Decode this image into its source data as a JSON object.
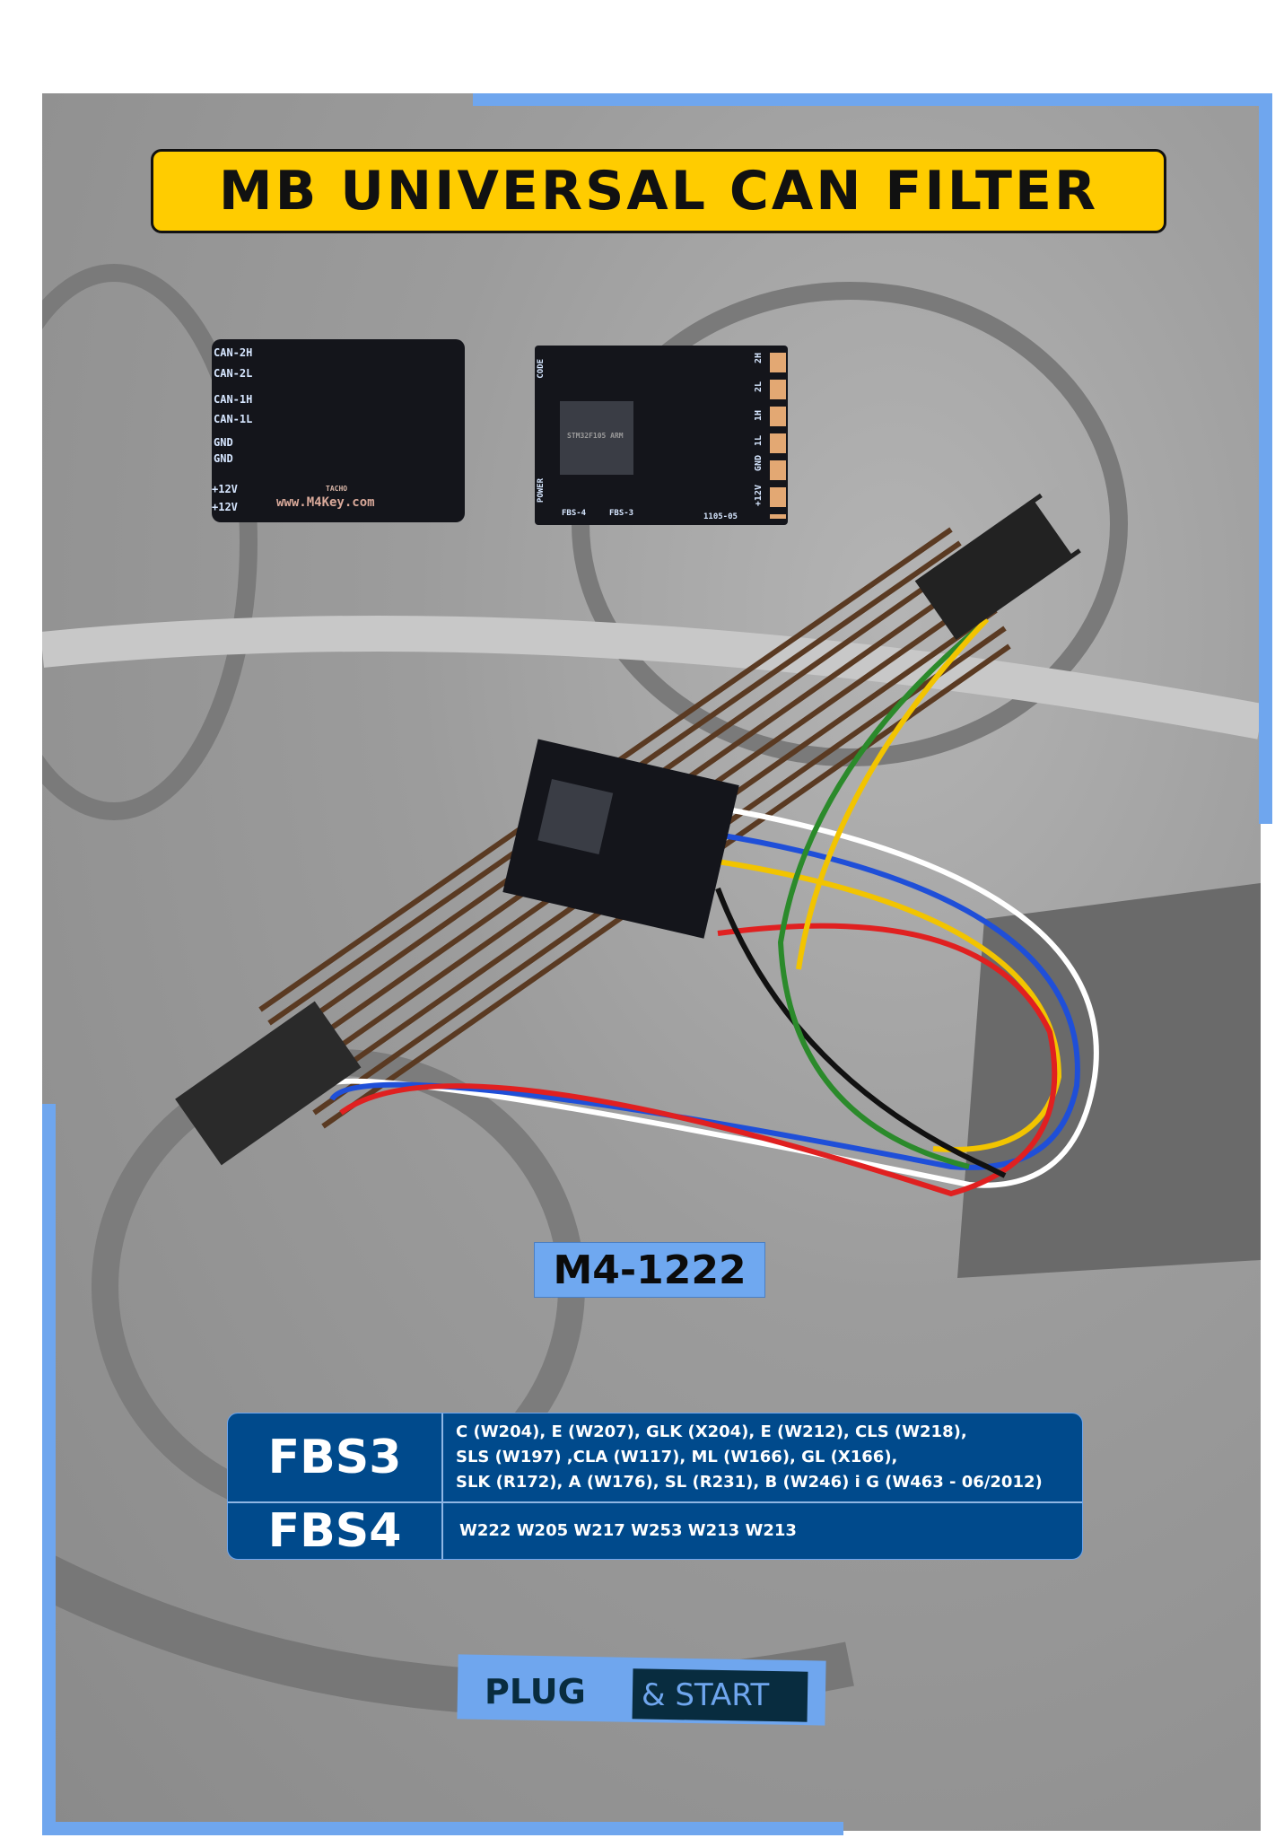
{
  "title": "MB UNIVERSAL CAN FILTER",
  "board_back": {
    "pins": [
      "CAN-2H",
      "CAN-2L",
      "CAN-1H",
      "CAN-1L",
      "GND",
      "GND",
      "+12V",
      "+12V"
    ],
    "logo": "TACHO",
    "url": "www.M4Key.com"
  },
  "board_front": {
    "labels": [
      "CODE",
      "POWER",
      "FBS-4",
      "FBS-3",
      "1105-05"
    ],
    "pins": [
      "2H",
      "2L",
      "1H",
      "1L",
      "GND",
      "+12V"
    ],
    "chip": "STM32F105 ARM"
  },
  "model": "M4-1222",
  "compat": [
    {
      "key": "FBS3",
      "lines": [
        "C (W204), E (W207), GLK (X204), E (W212), CLS (W218),",
        "SLS (W197) ,CLA (W117), ML (W166), GL (X166),",
        "SLK (R172), A (W176), SL (R231), B (W246) i G (W463 - 06/2012)"
      ]
    },
    {
      "key": "FBS4",
      "lines": [
        "W222 W205 W217 W253 W213 W213"
      ]
    }
  ],
  "slogan": {
    "part1": "PLUG",
    "part2": "& START"
  },
  "colors": {
    "accent_blue": "#6fa6ee",
    "title_yellow": "#ffcc00",
    "table_blue": "#004a8c",
    "dark": "#082c3f"
  }
}
